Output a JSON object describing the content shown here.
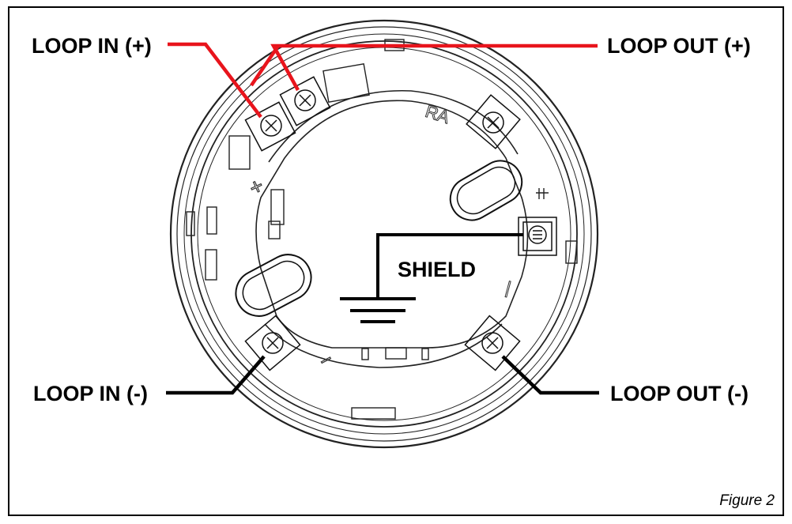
{
  "labels": {
    "loop_in_pos": "LOOP IN (+)",
    "loop_out_pos": "LOOP OUT (+)",
    "shield": "SHIELD",
    "loop_in_neg": "LOOP IN (-)",
    "loop_out_neg": "LOOP OUT (-)"
  },
  "base_markings": {
    "ra": "RA",
    "plus": "+",
    "minus": "−",
    "minus_right": "|"
  },
  "caption": "Figure 2",
  "colors": {
    "positive_wire": "#e8141c",
    "negative_wire": "#000000",
    "shield_wire": "#000000"
  }
}
